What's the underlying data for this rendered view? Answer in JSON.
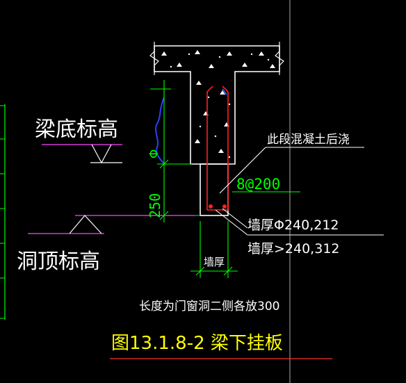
{
  "labels": {
    "beam_bottom": "梁底标高",
    "opening_top": "洞顶标高",
    "pour_later": "此段混凝土后浇",
    "rebar_spacing": "8@200",
    "wall_thick_a": "墙厚Φ240,212",
    "wall_thick_b": "墙厚>240,312",
    "wall_thick": "墙厚",
    "dim_250": "250",
    "phi": "Φ",
    "length_note": "长度为门窗洞二侧各放300",
    "figure_title": "图13.1.8-2  梁下挂板"
  },
  "colors": {
    "background": "#000000",
    "linework": "#ffffff",
    "dimension": "#00ff00",
    "hatch": "#ffffff",
    "rebar": "#ff2020",
    "leader": "#ff44ff",
    "title": "#ffff00",
    "underline": "#ff3333",
    "break_mark": "#2244ff"
  }
}
